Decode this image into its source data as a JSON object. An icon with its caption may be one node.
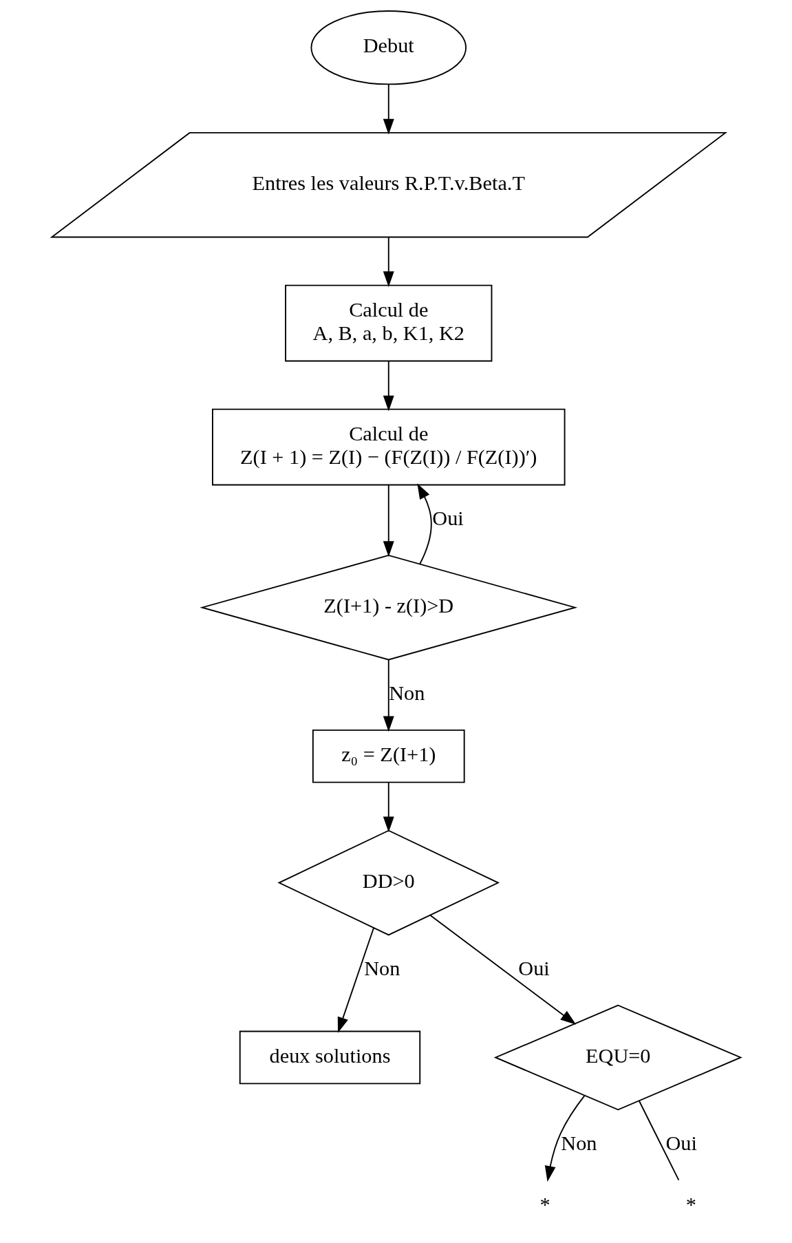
{
  "diagram": {
    "nodes": [
      {
        "text": [
          "Debut"
        ]
      },
      {
        "text": [
          "Entres les valeurs R.P.T.v.Beta.T"
        ]
      },
      {
        "text": [
          "Calcul de",
          "A, B, a, b, K1, K2"
        ]
      },
      {
        "text": [
          "Calcul de",
          "Z(I + 1) = Z(I) − (F(Z(I)) / F(Z(I))′)"
        ]
      },
      {
        "text": [
          "Z(I+1) - z(I)>D"
        ]
      },
      {
        "text": [
          "z₀ = Z(I+1)"
        ]
      },
      {
        "text": [
          "DD>0"
        ]
      },
      {
        "text": [
          "deux solutions"
        ]
      },
      {
        "text": [
          "EQU=0"
        ]
      },
      {
        "text": [
          "*"
        ]
      },
      {
        "text": [
          "*"
        ]
      }
    ],
    "edges": [
      {
        "from": 0,
        "to": 1,
        "arrow": "to"
      },
      {
        "from": 1,
        "to": 2,
        "arrow": "to"
      },
      {
        "from": 2,
        "to": 3,
        "arrow": "to"
      },
      {
        "from": 3,
        "to": 4,
        "arrow": "to"
      },
      {
        "from": 4,
        "to": 5,
        "arrow": "to",
        "label": "Non"
      },
      {
        "from": 4,
        "to": 3,
        "arrow": "to",
        "label": "Oui"
      },
      {
        "from": 5,
        "to": 6,
        "arrow": "to"
      },
      {
        "from": 6,
        "to": 7,
        "arrow": "to",
        "label": "Non"
      },
      {
        "from": 6,
        "to": 8,
        "arrow": "to",
        "label": "Oui"
      },
      {
        "from": 8,
        "to": 9,
        "arrow": "to",
        "label": "Non"
      },
      {
        "from": 8,
        "to": 10,
        "arrow": "none",
        "label": "Oui"
      }
    ]
  }
}
